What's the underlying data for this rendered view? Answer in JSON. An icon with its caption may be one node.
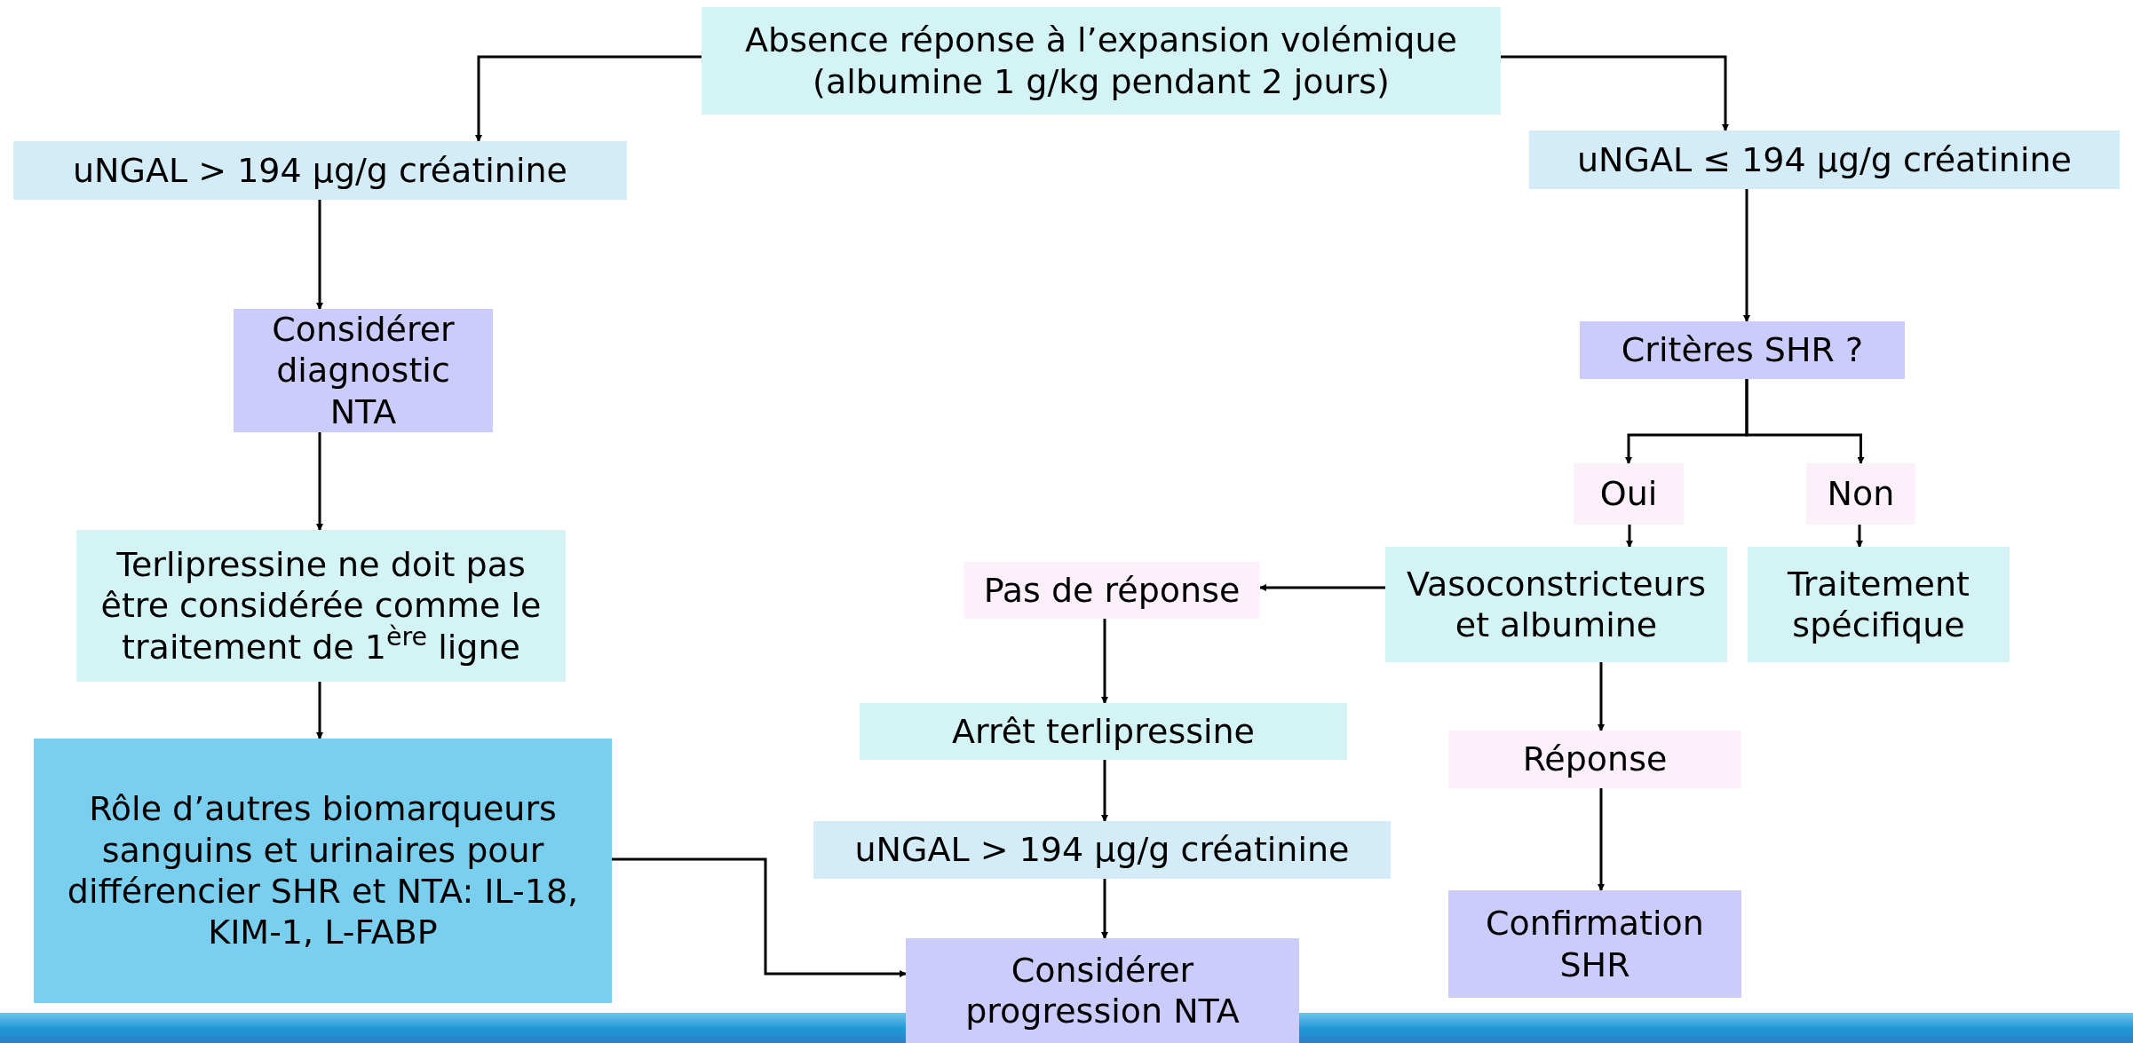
{
  "diagram": {
    "nodes": [
      {
        "text": [
          "Absence réponse à l’expansion volémique (albumine 1 g/kg pendant 2 jours)"
        ]
      },
      {
        "text": [
          "uNGAL > 194 μg/g créatinine"
        ]
      },
      {
        "text": [
          "Considérer diagnostic NTA"
        ]
      },
      {
        "text": [
          "Terlipressine ne doit pas être considérée comme le traitement de 1$^{ère}$ ligne"
        ]
      },
      {
        "text": [
          "Rôle d’autres biomarqueurs sanguins et urinaires pour différencier SHR et NTA: IL-18, KIM-1, L-FABP"
        ]
      },
      {
        "text": [
          "uNGAL ≤ 194 μg/g créatinine"
        ]
      },
      {
        "text": [
          "Critères SHR ?"
        ]
      },
      {
        "text": [
          "Oui"
        ]
      },
      {
        "text": [
          "Non"
        ]
      },
      {
        "text": [
          "Vasoconstricteurs et albumine"
        ]
      },
      {
        "text": [
          "Traitement spécifique"
        ]
      },
      {
        "text": [
          "Pas de réponse"
        ]
      },
      {
        "text": [
          "Réponse"
        ]
      },
      {
        "text": [
          "Arrêt terlipressine"
        ]
      },
      {
        "text": [
          "uNGAL > 194 μg/g créatinine"
        ]
      },
      {
        "text": [
          "Confirmation SHR"
        ]
      },
      {
        "text": [
          "Considérer progression NTA"
        ]
      }
    ],
    "edges": [
      {
        "from": 0,
        "to": 1,
        "arrow": "to"
      },
      {
        "from": 0,
        "to": 5,
        "arrow": "to"
      },
      {
        "from": 1,
        "to": 2,
        "arrow": "to"
      },
      {
        "from": 2,
        "to": 3,
        "arrow": "to"
      },
      {
        "from": 3,
        "to": 4,
        "arrow": "to"
      },
      {
        "from": 5,
        "to": 6,
        "arrow": "to"
      },
      {
        "from": 6,
        "to": 7,
        "arrow": "to"
      },
      {
        "from": 6,
        "to": 8,
        "arrow": "to"
      },
      {
        "from": 7,
        "to": 9,
        "arrow": "to"
      },
      {
        "from": 8,
        "to": 10,
        "arrow": "to"
      },
      {
        "from": 9,
        "to": 11,
        "arrow": "to"
      },
      {
        "from": 9,
        "to": 12,
        "arrow": "to"
      },
      {
        "from": 12,
        "to": 15,
        "arrow": "to"
      },
      {
        "from": 11,
        "to": 13,
        "arrow": "to"
      },
      {
        "from": 13,
        "to": 14,
        "arrow": "to"
      },
      {
        "from": 14,
        "to": 16,
        "arrow": "to"
      },
      {
        "from": 4,
        "to": 16,
        "arrow": "to"
      }
    ]
  }
}
